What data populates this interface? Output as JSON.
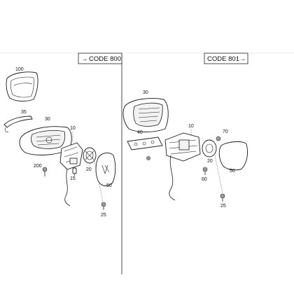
{
  "sections": {
    "left": {
      "code_label": "CODE 800",
      "arrow": "→"
    },
    "right": {
      "code_label": "CODE 801",
      "arrow": "→"
    }
  },
  "part_numbers": {
    "left": [
      "100",
      "35",
      "30",
      "10",
      "200",
      "15",
      "20",
      "50",
      "25"
    ],
    "right": [
      "30",
      "10",
      "40",
      "70",
      "20",
      "60",
      "50",
      "25"
    ]
  }
}
